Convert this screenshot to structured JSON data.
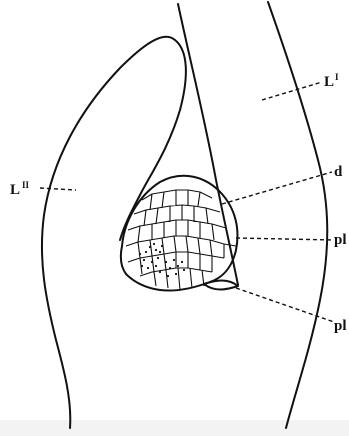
{
  "figure": {
    "labels": {
      "leaf_one": {
        "main": "L",
        "sup": "I"
      },
      "leaf_two": {
        "main": "L",
        "sup": "II"
      },
      "d": "d",
      "pl_upper": "pl",
      "pl_lower": "pl"
    }
  },
  "colors": {
    "ink": "#111111",
    "background": "#ffffff"
  }
}
